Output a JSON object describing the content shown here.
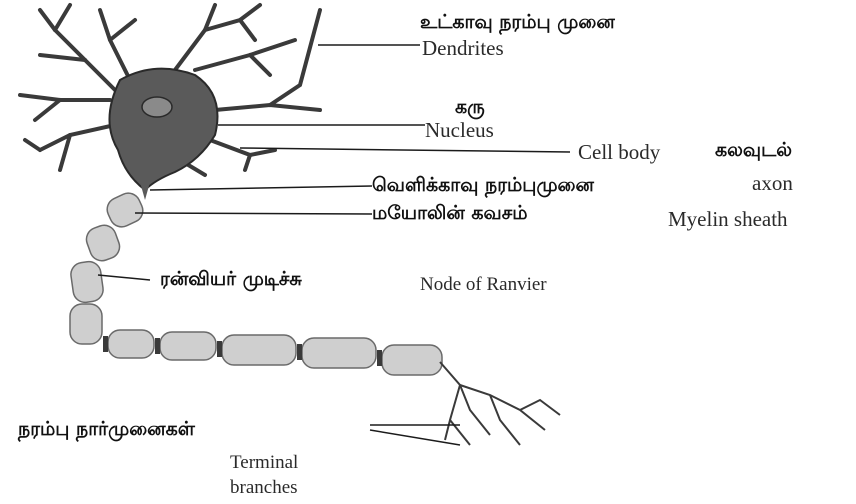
{
  "labels": {
    "dendrites": {
      "tamil": "உட்காவு நரம்பு முனை",
      "english": "Dendrites"
    },
    "nucleus": {
      "tamil": "கரு",
      "english": "Nucleus"
    },
    "cell_body": {
      "english": "Cell body",
      "tamil": "கலவுடல்"
    },
    "axon": {
      "tamil": "வெளிக்காவு நரம்புமுனை",
      "english": "axon"
    },
    "myelin": {
      "tamil": "மயோலின் கவசம்",
      "english": "Myelin sheath"
    },
    "ranvier": {
      "tamil": "ரன்வியர் முடிச்சு",
      "english": "Node of Ranvier"
    },
    "terminal": {
      "tamil": "நரம்பு நார்முனைகள்",
      "english_line1": "Terminal",
      "english_line2": "branches"
    }
  },
  "colors": {
    "ink": "#1b1b1b",
    "cell": "#5a5a5a",
    "sheath": "#cfcfcf"
  }
}
